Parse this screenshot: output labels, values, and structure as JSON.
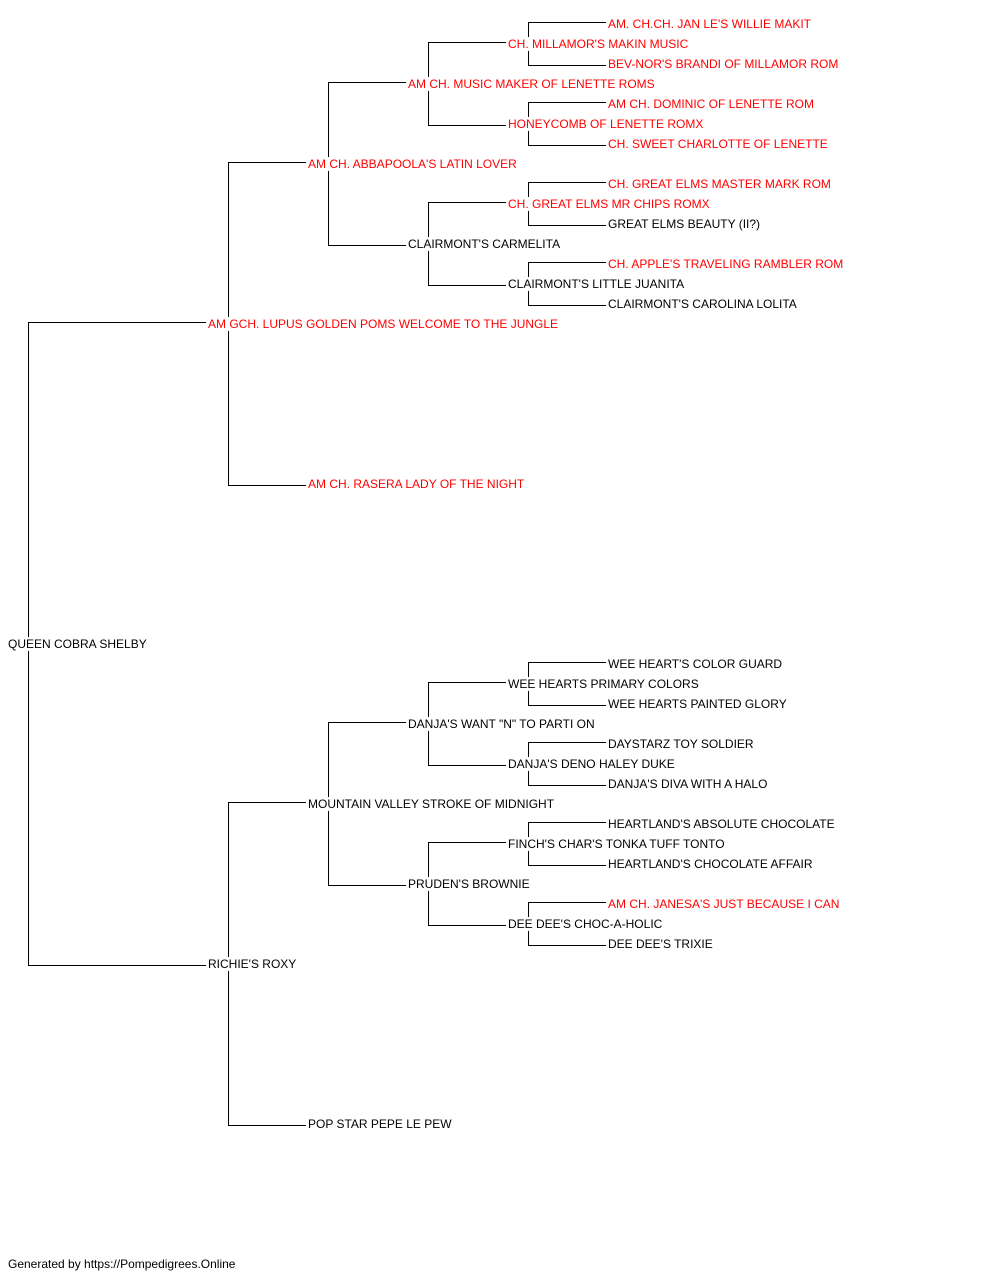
{
  "colors": {
    "titled": "#ff0000",
    "plain": "#000000",
    "line": "#000000"
  },
  "pedigree": {
    "subject": {
      "name": "QUEEN COBRA SHELBY",
      "titled": false
    },
    "sire": {
      "name": "AM GCH. LUPUS GOLDEN POMS WELCOME TO THE JUNGLE",
      "titled": true
    },
    "dam": {
      "name": "RICHIE'S ROXY",
      "titled": false
    },
    "sire_sire": {
      "name": "AM CH. ABBAPOOLA'S LATIN LOVER",
      "titled": true
    },
    "sire_dam": {
      "name": "AM CH. RASERA LADY OF THE NIGHT",
      "titled": true
    },
    "dam_sire": {
      "name": "MOUNTAIN VALLEY STROKE OF MIDNIGHT",
      "titled": false
    },
    "dam_dam": {
      "name": "POP STAR PEPE LE PEW",
      "titled": false
    },
    "ss_s": {
      "name": "AM CH. MUSIC MAKER OF LENETTE ROMS",
      "titled": true
    },
    "ss_d": {
      "name": "CLAIRMONT'S CARMELITA",
      "titled": false
    },
    "ds_s": {
      "name": "DANJA'S WANT \"N\" TO PARTI ON",
      "titled": false
    },
    "ds_d": {
      "name": "PRUDEN'S BROWNIE",
      "titled": false
    },
    "sss_s": {
      "name": "CH. MILLAMOR'S MAKIN MUSIC",
      "titled": true
    },
    "sss_d": {
      "name": "HONEYCOMB OF LENETTE ROMX",
      "titled": true
    },
    "ssd_s": {
      "name": "CH. GREAT ELMS MR CHIPS ROMX",
      "titled": true
    },
    "ssd_d": {
      "name": "CLAIRMONT'S LITTLE JUANITA",
      "titled": false
    },
    "dss_s": {
      "name": "WEE HEARTS PRIMARY COLORS",
      "titled": false
    },
    "dss_d": {
      "name": "DANJA'S DENO HALEY DUKE",
      "titled": false
    },
    "dsd_s": {
      "name": "FINCH'S CHAR'S TONKA TUFF TONTO",
      "titled": false
    },
    "dsd_d": {
      "name": "DEE DEE'S CHOC-A-HOLIC",
      "titled": false
    },
    "g1": {
      "name": "AM. CH.CH. JAN LE'S WILLIE MAKIT",
      "titled": true
    },
    "g2": {
      "name": "BEV-NOR'S BRANDI OF MILLAMOR ROM",
      "titled": true
    },
    "g3": {
      "name": "AM CH. DOMINIC OF LENETTE ROM",
      "titled": true
    },
    "g4": {
      "name": "CH. SWEET CHARLOTTE OF LENETTE",
      "titled": true
    },
    "g5": {
      "name": "CH. GREAT ELMS MASTER MARK ROM",
      "titled": true
    },
    "g6": {
      "name": "GREAT ELMS BEAUTY (II?)",
      "titled": false
    },
    "g7": {
      "name": "CH. APPLE'S TRAVELING RAMBLER ROM",
      "titled": true
    },
    "g8": {
      "name": "CLAIRMONT'S CAROLINA LOLITA",
      "titled": false
    },
    "g9": {
      "name": "WEE HEART'S COLOR GUARD",
      "titled": false
    },
    "g10": {
      "name": "WEE HEARTS PAINTED GLORY",
      "titled": false
    },
    "g11": {
      "name": "DAYSTARZ TOY SOLDIER",
      "titled": false
    },
    "g12": {
      "name": "DANJA'S DIVA WITH A HALO",
      "titled": false
    },
    "g13": {
      "name": "HEARTLAND'S ABSOLUTE CHOCOLATE",
      "titled": false
    },
    "g14": {
      "name": "HEARTLAND'S CHOCOLATE AFFAIR",
      "titled": false
    },
    "g15": {
      "name": "AM CH. JANESA'S JUST BECAUSE I CAN",
      "titled": true
    },
    "g16": {
      "name": "DEE DEE'S TRIXIE",
      "titled": false
    }
  },
  "footer": "Generated by https://Pompedigrees.Online"
}
